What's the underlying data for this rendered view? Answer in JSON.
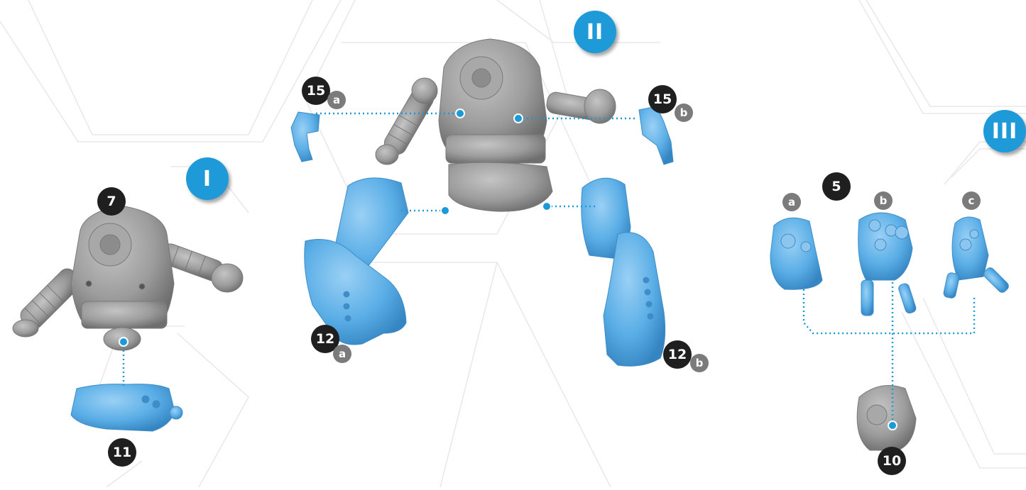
{
  "steps": {
    "step1": "I",
    "step2": "II",
    "step3": "III"
  },
  "parts": {
    "p7": "7",
    "p11": "11",
    "p15a_num": "15",
    "p15a_sub": "a",
    "p15b_num": "15",
    "p15b_sub": "b",
    "p12a_num": "12",
    "p12a_sub": "a",
    "p12b_num": "12",
    "p12b_sub": "b",
    "p5": "5",
    "p5a": "a",
    "p5b": "b",
    "p5c": "c",
    "p10": "10"
  },
  "colors": {
    "assembled_part": "#9a9a9a",
    "new_part": "#5aaee6",
    "step_badge": "#1f9ad9",
    "part_badge": "#1f1f1f",
    "variant_badge": "#7b7b7b",
    "connector": "#1a9ad6",
    "hex_lines": "#e6e6e6"
  }
}
